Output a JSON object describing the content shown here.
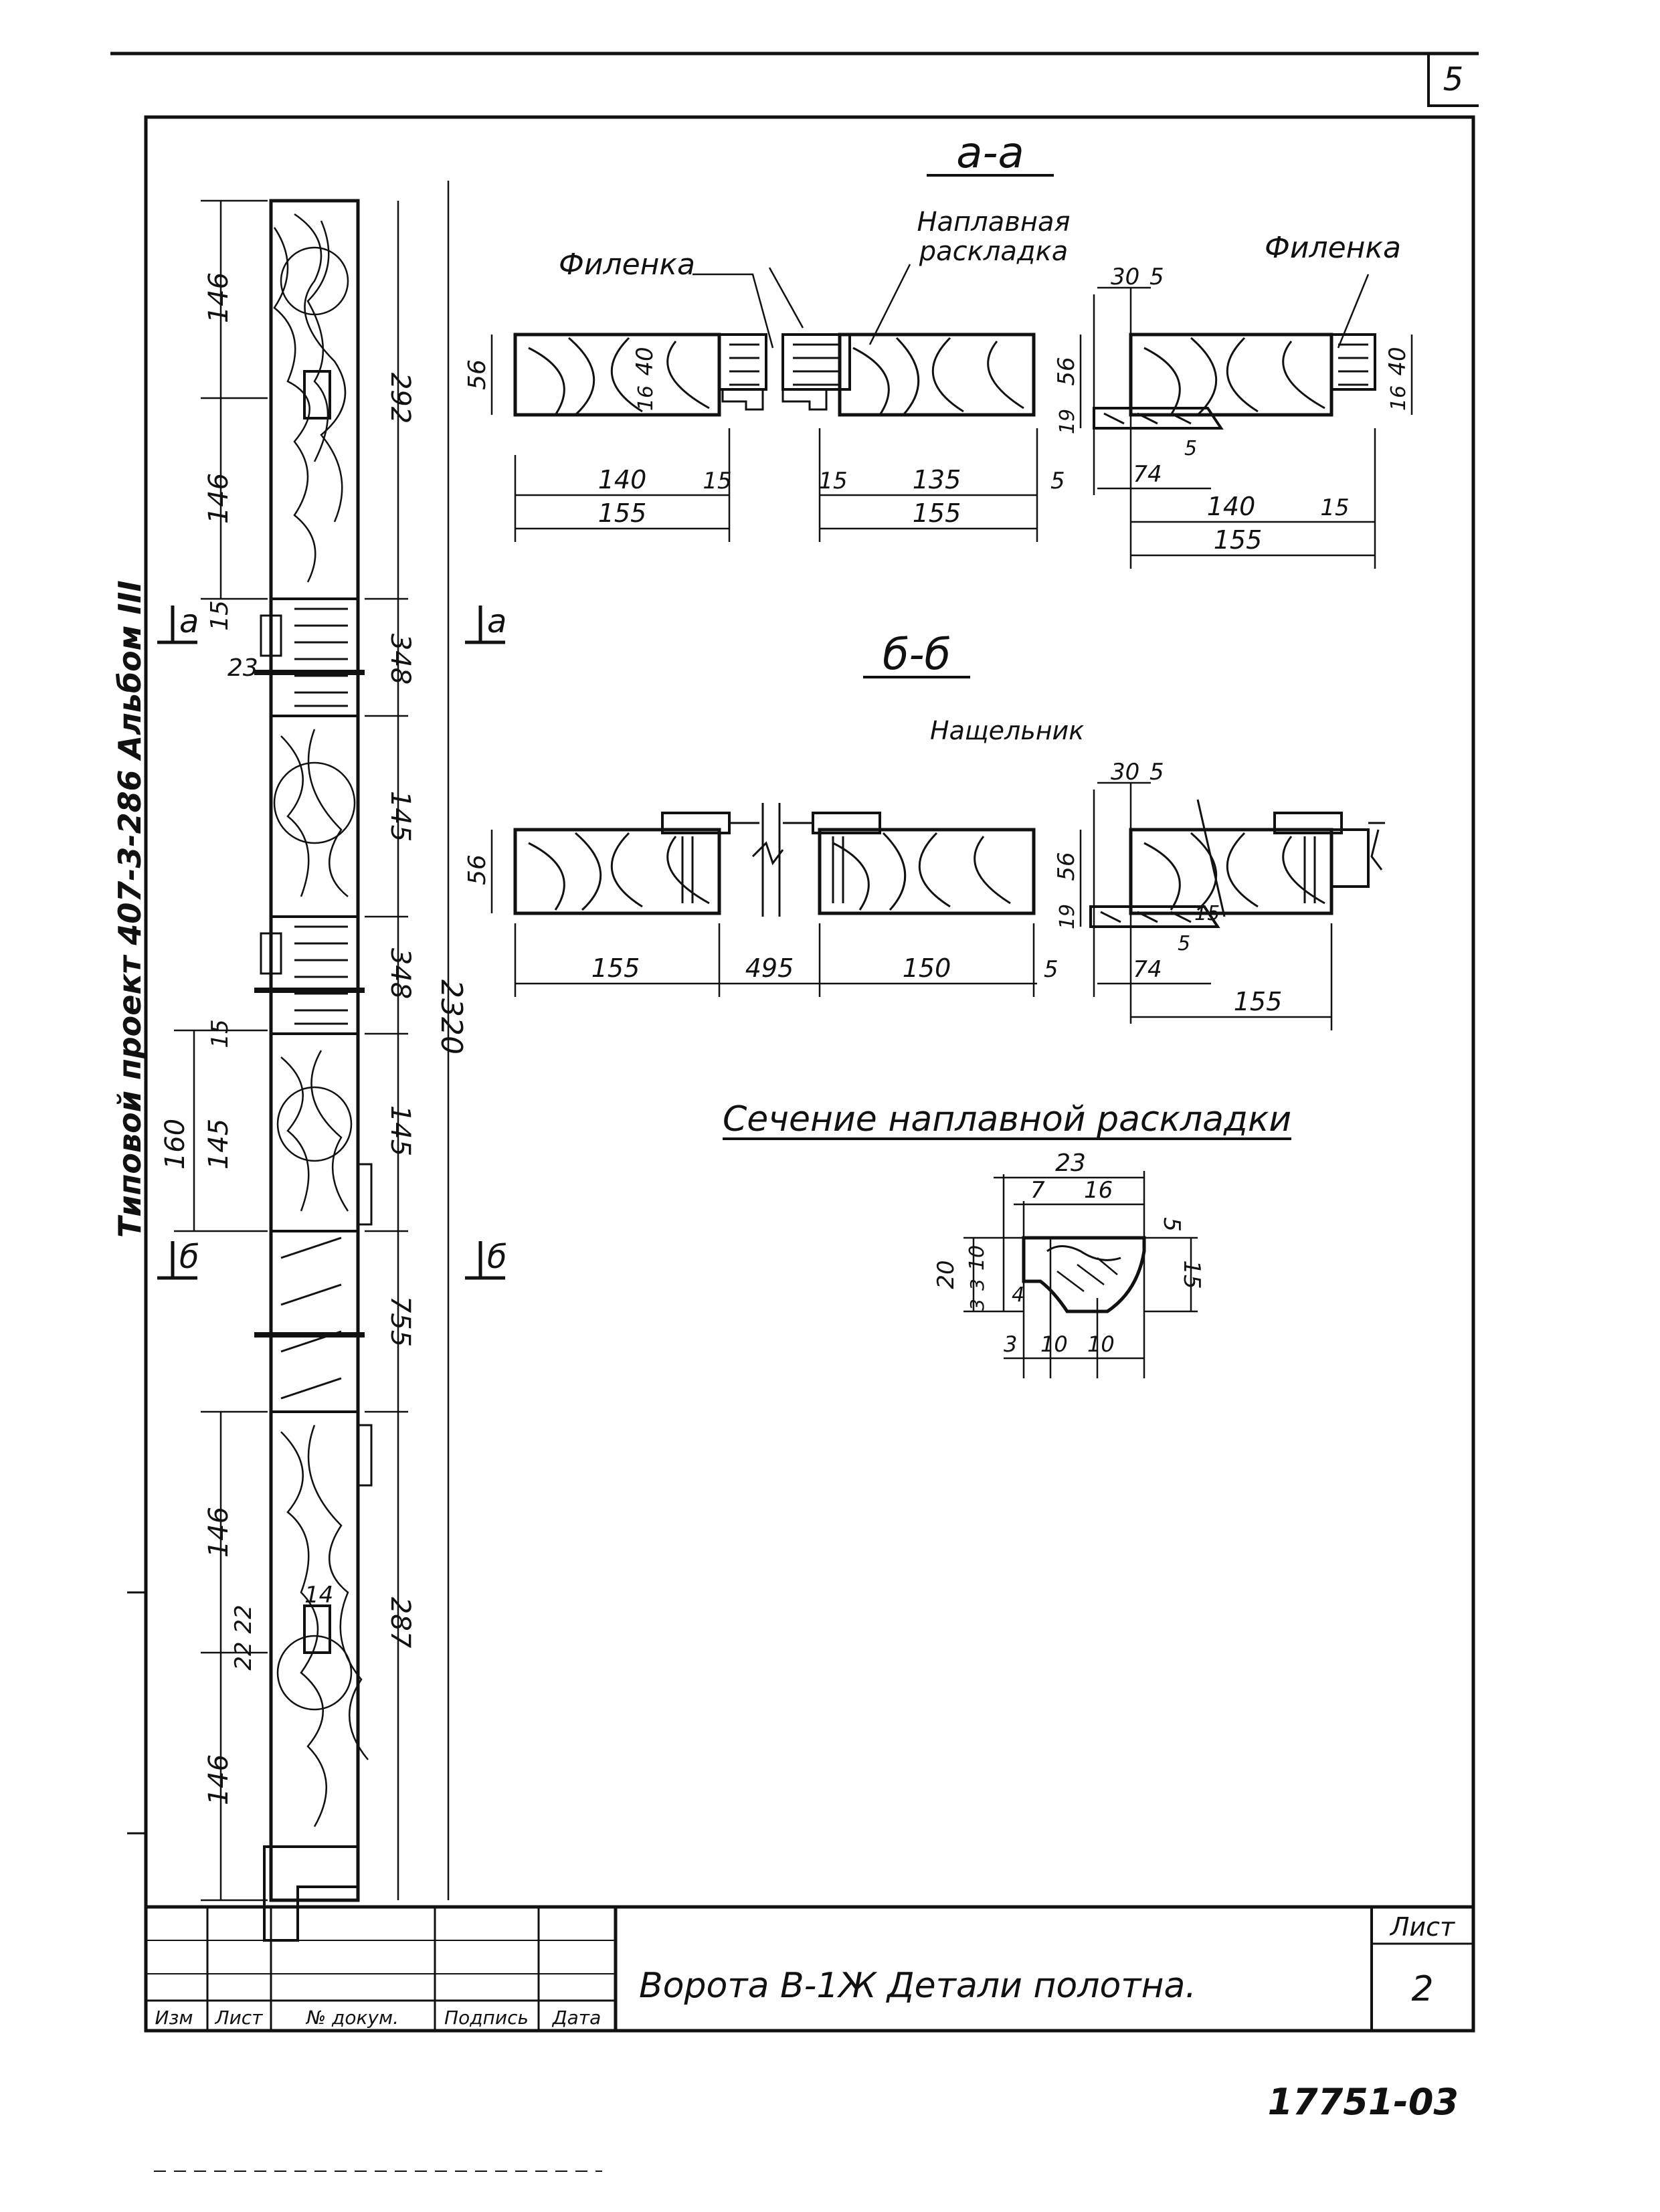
{
  "sheet": {
    "top_page_number": "5",
    "side_caption": "Типовой проект 407-3-286  Альбом III",
    "bottom_code": "17751-03"
  },
  "sections": {
    "aa": {
      "title": "а-а",
      "label_left_panel": "Филенка",
      "label_center": "Наплавная раскладка",
      "label_right_panel": "Филенка",
      "dims": {
        "h56_left": "56",
        "h40_left": "40",
        "h16_left": "16",
        "d140": "140",
        "d15a": "15",
        "d155a": "155",
        "d15b": "15",
        "d135": "135",
        "d5a": "5",
        "d155b": "155",
        "d30": "30",
        "d5b": "5",
        "h56_right": "56",
        "h19_right": "19",
        "h40_right": "40",
        "h16_right": "16",
        "d74": "74",
        "d5c": "5",
        "d140b": "140",
        "d15c": "15",
        "d155c": "155"
      }
    },
    "bb": {
      "title": "б-б",
      "label_batten": "Нащельник",
      "dims": {
        "h56_left": "56",
        "d155a": "155",
        "d495": "495",
        "d150": "150",
        "d5a": "5",
        "d30": "30",
        "d5b": "5",
        "h56_right": "56",
        "h19_right": "19",
        "d15": "15",
        "d5c": "5",
        "d74": "74",
        "d155b": "155"
      }
    },
    "profile": {
      "title": "Сечение наплавной раскладки",
      "dims": {
        "d23": "23",
        "d7": "7",
        "d16": "16",
        "d5": "5",
        "d20": "20",
        "d10": "10",
        "d3a": "3",
        "d3b": "3",
        "d4": "4",
        "d15": "15",
        "d3c": "3",
        "d10a": "10",
        "d10b": "10"
      }
    }
  },
  "elevation": {
    "marker_a": "а",
    "marker_b": "б",
    "dims": {
      "v146a": "146",
      "v146b": "146",
      "v15": "15",
      "v292": "292",
      "v23": "23",
      "v348a": "348",
      "v145a": "145",
      "v348b": "348",
      "v2320": "2320",
      "v160": "160",
      "v145b": "145",
      "v145c": "145",
      "v15b": "15",
      "v755": "755",
      "v146c": "146",
      "v22": "22",
      "v22b": "22",
      "v14": "14",
      "v287": "287",
      "v146d": "146"
    }
  },
  "title_block": {
    "sheet_label": "Лист",
    "sheet_number": "2",
    "title": "Ворота В-1Ж Детали полотна.",
    "col_izm": "Изм",
    "col_list": "Лист",
    "col_doc": "№ докум.",
    "col_sign": "Подпись",
    "col_date": "Дата"
  }
}
